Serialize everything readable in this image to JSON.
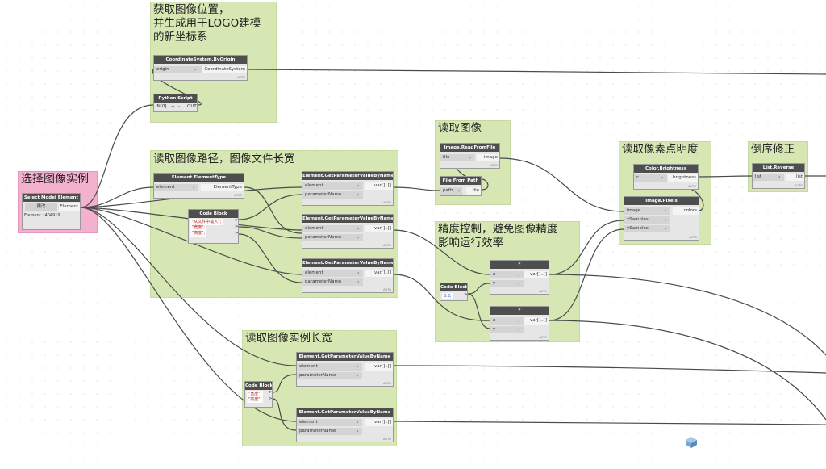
{
  "groups": {
    "logo": {
      "title": "获取图像位置，\n并生成用于LOGO建模\n的新坐标系"
    },
    "select": {
      "title": "选择图像实例"
    },
    "path": {
      "title": "读取图像路径，图像文件长宽"
    },
    "read": {
      "title": "读取图像"
    },
    "precision": {
      "title": "精度控制，避免图像精度\n影响运行效率"
    },
    "bright": {
      "title": "读取像素点明度"
    },
    "reverse": {
      "title": "倒序修正"
    },
    "inst": {
      "title": "读取图像实例长宽"
    }
  },
  "nodes": {
    "coord": {
      "title": "CoordinateSystem.ByOrigin",
      "in1": "origin",
      "out1": "CoordinateSystem",
      "auto": "AUTO"
    },
    "py": {
      "title": "Python Script",
      "in1": "IN[0]",
      "plus": "+",
      "minus": "-",
      "out1": "OUT"
    },
    "sel": {
      "title": "Select Model Element",
      "btn": "更改",
      "out1": "Element",
      "info": "Element : 404919"
    },
    "etype": {
      "title": "Element.ElementType",
      "in1": "element",
      "out1": "ElementType",
      "auto": "AUTO"
    },
    "cb1": {
      "title": "Code Block",
      "lines": [
        "\"从文件中载入\";",
        "\"宽度\";",
        "\"高度\";"
      ],
      "o1": ">",
      "o2": ">",
      "o3": ">"
    },
    "gp1": {
      "title": "Element.GetParameterValueByName",
      "in1": "element",
      "in2": "parameterName",
      "out1": "var[]..[]",
      "auto": "AUTO"
    },
    "gp2": {
      "title": "Element.GetParameterValueByName",
      "in1": "element",
      "in2": "parameterName",
      "out1": "var[]..[]",
      "auto": "AUTO"
    },
    "gp3": {
      "title": "Element.GetParameterValueByName",
      "in1": "element",
      "in2": "parameterName",
      "out1": "var[]..[]",
      "auto": "AUTO"
    },
    "img": {
      "title": "Image.ReadFromFile",
      "in1": "file",
      "out1": "image",
      "auto": "AUTO"
    },
    "ffp": {
      "title": "File From Path",
      "in1": "path",
      "out1": "file"
    },
    "cb2": {
      "title": "Code Block",
      "lines": [
        "0.3;"
      ],
      "o1": ">"
    },
    "m1": {
      "title": "*",
      "in1": "x",
      "in2": "y",
      "out1": "var[]..[]",
      "auto": "AUTO"
    },
    "m2": {
      "title": "*",
      "in1": "x",
      "in2": "y",
      "out1": "var[]..[]",
      "auto": "AUTO"
    },
    "cbr": {
      "title": "Color.Brightness",
      "in1": "c",
      "out1": "brightness",
      "auto": "AUTO"
    },
    "pix": {
      "title": "Image.Pixels",
      "in1": "image",
      "in2": "xSamples",
      "in3": "ySamples",
      "out1": "colors",
      "auto": "AUTO"
    },
    "rev": {
      "title": "List.Reverse",
      "in1": "list",
      "out1": "list",
      "auto": "AUTO"
    },
    "cb3": {
      "title": "Code Block",
      "lines": [
        "\"宽度\";",
        "\"高度\";"
      ],
      "o1": ">",
      "o2": ">"
    },
    "gp4": {
      "title": "Element.GetParameterValueByName",
      "in1": "element",
      "in2": "parameterName",
      "out1": "var[]..[]",
      "auto": "AUTO"
    },
    "gp5": {
      "title": "Element.GetParameterValueByName",
      "in1": "element",
      "in2": "parameterName",
      "out1": "var[]..[]",
      "auto": "AUTO"
    }
  },
  "colors": {
    "group": "#d7e7b4",
    "group_select": "#f3b1cf",
    "node_header": "#4e4e4e",
    "wire": "#4a4a4a",
    "canvas": "#ffffff"
  }
}
